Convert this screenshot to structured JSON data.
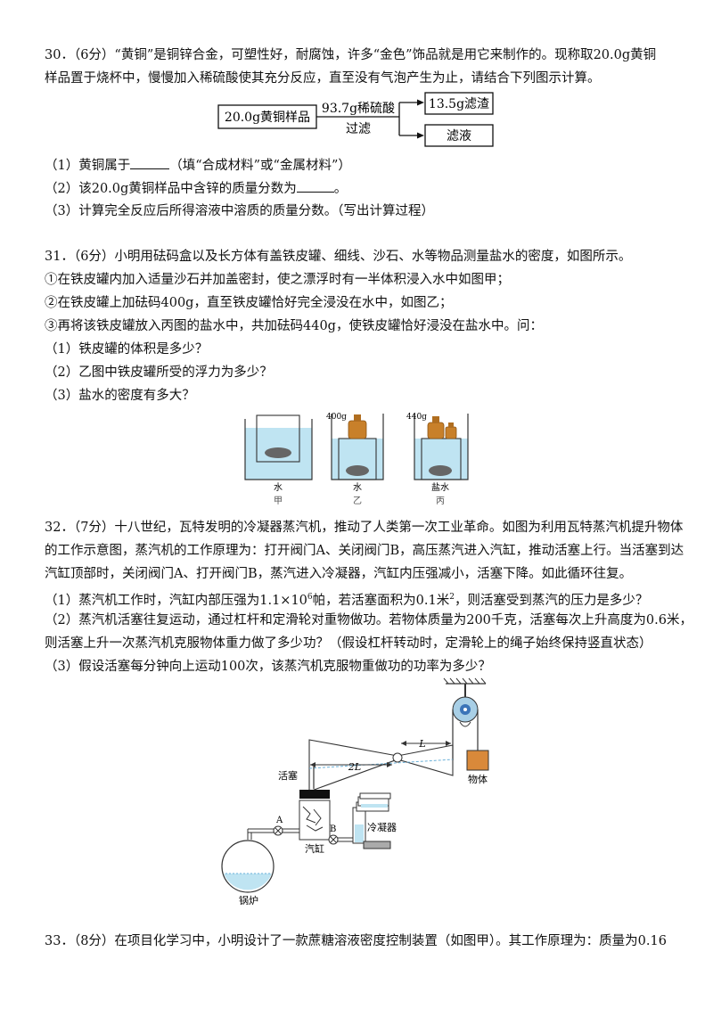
{
  "q30": {
    "line1": "30．（6分）“黄铜”是铜锌合金，可塑性好，耐腐蚀，许多“金色”饰品就是用它来制作的。现称取20.0g黄铜",
    "line2": "样品置于烧杯中，慢慢加入稀硫酸使其充分反应，直至没有气泡产生为止，请结合下列图示计算。",
    "flow": {
      "sample": "20.0g黄铜样品",
      "acid": "93.7g稀硫酸",
      "filter": "过滤",
      "residue": "13.5g滤渣",
      "filtrate": "滤液"
    },
    "sub1a": "（1）黄铜属于",
    "sub1b": "（填“合成材料”或“金属材料”）",
    "sub2a": "（2）该20.0g黄铜样品中含锌的质量分数为",
    "sub2b": "。",
    "sub3": "（3）计算完全反应后所得溶液中溶质的质量分数。（写出计算过程）"
  },
  "q31": {
    "line1": "31．（6分）小明用砝码盒以及长方体有盖铁皮罐、细线、沙石、水等物品测量盐水的密度，如图所示。",
    "step1": "①在铁皮罐内加入适量沙石并加盖密封，使之漂浮时有一半体积浸入水中如图甲；",
    "step2": "②在铁皮罐上加砝码400g，直至铁皮罐恰好完全浸没在水中，如图乙；",
    "step3": "③再将该铁皮罐放入丙图的盐水中，共加砝码440g，使铁皮罐恰好浸没在盐水中。问：",
    "sub1": "（1）铁皮罐的体积是多少？",
    "sub2": "（2）乙图中铁皮罐所受的浮力为多少？",
    "sub3": "（3）盐水的密度有多大？",
    "figure": {
      "jia_liquid": "水",
      "jia_name": "甲",
      "yi_weight": "400g",
      "yi_liquid": "水",
      "yi_name": "乙",
      "bing_weight": "440g",
      "bing_liquid": "盐水",
      "bing_name": "丙"
    }
  },
  "q32": {
    "line1": "32．（7分）十八世纪，瓦特发明的冷凝器蒸汽机，推动了人类第一次工业革命。如图为利用瓦特蒸汽机提升物体",
    "line2": "的工作示意图，蒸汽机的工作原理为：打开阀门A、关闭阀门B，高压蒸汽进入汽缸，推动活塞上行。当活塞到达",
    "line3": "汽缸顶部时，关闭阀门A、打开阀门B，蒸汽进入冷凝器，汽缸内压强减小，活塞下降。如此循环往复。",
    "sub1a": "（1）蒸汽机工作时，汽缸内部压强为",
    "sub1_value": "1.1×10",
    "sub1_exp": "6",
    "sub1b": "帕，若活塞面积为0.1米",
    "sub1_exp2": "2",
    "sub1c": "，则活塞受到蒸汽的压力是多少？",
    "sub2a": "（2）蒸汽机活塞往复运动，通过杠杆和定滑轮对重物做功。若物体质量为200千克，活塞每次上升高度为0.6米，",
    "sub2b": "则活塞上升一次蒸汽机克服物体重力做了多少功？（假设杠杆转动时，定滑轮上的绳子始终保持竖直状态）",
    "sub3": "（3）假设活塞每分钟向上运动100次，该蒸汽机克服物重做功的功率为多少？",
    "figure": {
      "L": "L",
      "twoL": "2L",
      "piston": "活塞",
      "object": "物体",
      "valveA": "A",
      "valveB": "B",
      "cylinder": "汽缸",
      "condenser": "冷凝器",
      "boiler": "锅炉"
    }
  },
  "q33": {
    "line1": "33．（8分）在项目化学习中，小明设计了一款蔗糖溶液密度控制装置（如图甲）。其工作原理为：质量为0.16"
  }
}
